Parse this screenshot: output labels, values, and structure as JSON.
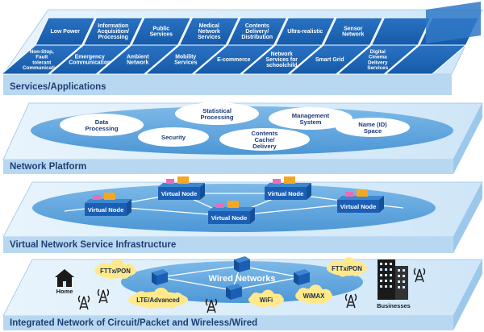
{
  "layers": {
    "services": {
      "label": "Services/Applications",
      "row1": [
        "Low Power",
        "Information Acquisition/ Processing",
        "Public Services",
        "Medical Network Services",
        "Contents Delivery/ Distribution",
        "Ultra-realistic",
        "Sensor Network",
        "",
        ""
      ],
      "row2": [
        "Non-Stop, Fault tolerant Communication",
        "Emergency Communication",
        "Ambient Network",
        "Mobility Services",
        "E-commerce",
        "Network Services for schoolchild",
        "Smart Grid",
        "Digital Cinema Delivery Services",
        ""
      ]
    },
    "platform": {
      "label": "Network Platform",
      "items": [
        "Data Processing",
        "Statistical Processing",
        "Management System",
        "Security",
        "Contents Cache/ Delivery",
        "Name (ID) Space"
      ]
    },
    "virtual": {
      "label": "Virtual Network Service Infrastructure",
      "nodes": [
        "Virtual Node",
        "Virtual Node",
        "Virtual Node",
        "Virtual Node",
        "Virtual Node"
      ]
    },
    "integrated": {
      "label": "Integrated Network of Circuit/Packet and Wireless/Wired",
      "wired": "Wired Networks",
      "clouds": [
        "FTTx/PON",
        "LTE/Advanced",
        "WiFi",
        "WiMAX",
        "FTTx/PON"
      ],
      "home": "Home",
      "business": "Businesses"
    }
  },
  "colors": {
    "tile": "#1e64b4",
    "slab_top": "#d9ecfa",
    "slab_side": "#9cc8ec",
    "ellipse": "#5fa7e0",
    "node": "#1b5fb5",
    "cloud": "#ffe98a",
    "label": "#1f3f73"
  }
}
